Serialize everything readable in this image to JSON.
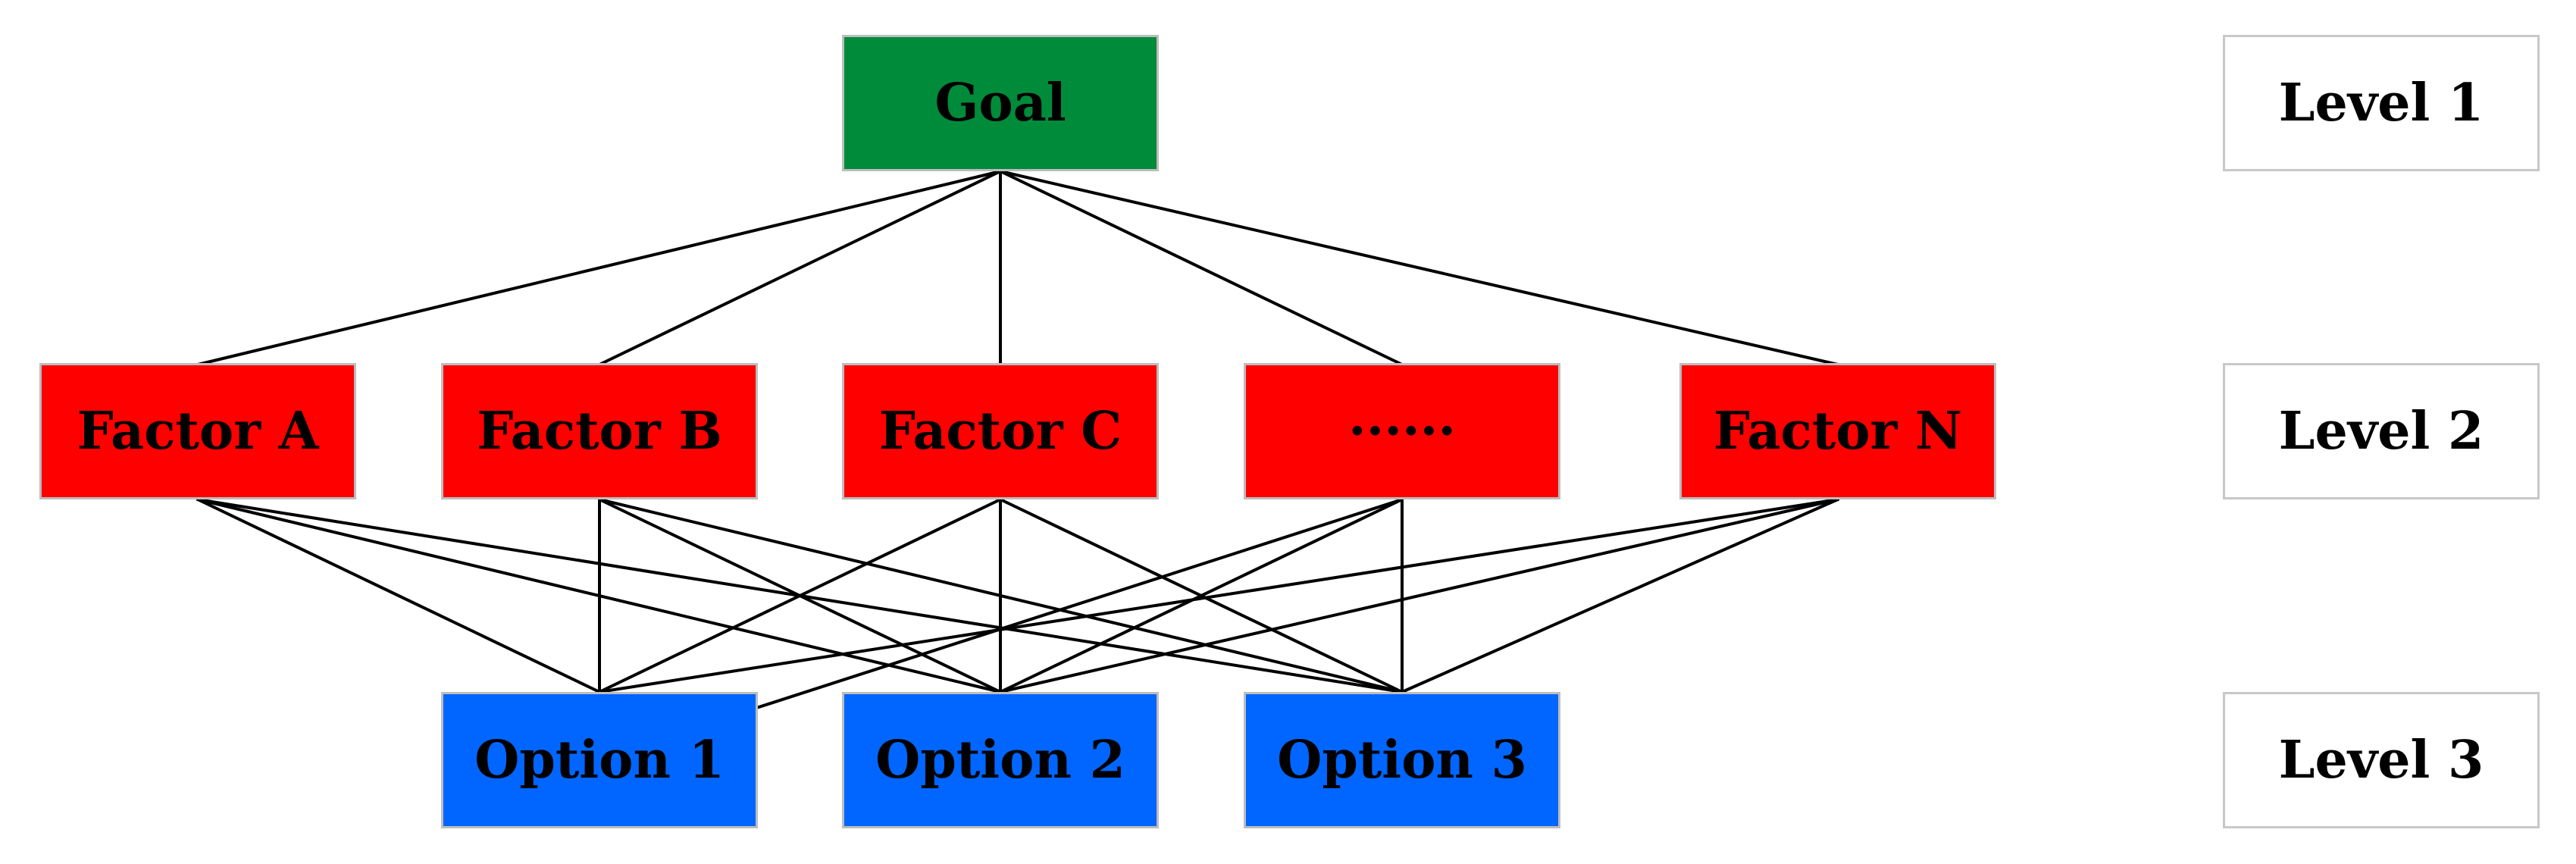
{
  "goal": {
    "label": "Goal"
  },
  "factors": [
    {
      "label": "Factor A"
    },
    {
      "label": "Factor B"
    },
    {
      "label": "Factor C"
    },
    {
      "label": "······"
    },
    {
      "label": "Factor N"
    }
  ],
  "options": [
    {
      "label": "Option 1"
    },
    {
      "label": "Option 2"
    },
    {
      "label": "Option 3"
    }
  ],
  "levels": [
    {
      "label": "Level 1"
    },
    {
      "label": "Level 2"
    },
    {
      "label": "Level 3"
    }
  ],
  "colors": {
    "goal": "#008b3a",
    "factor": "#ff0000",
    "option": "#0066ff",
    "connector": "#000000"
  }
}
